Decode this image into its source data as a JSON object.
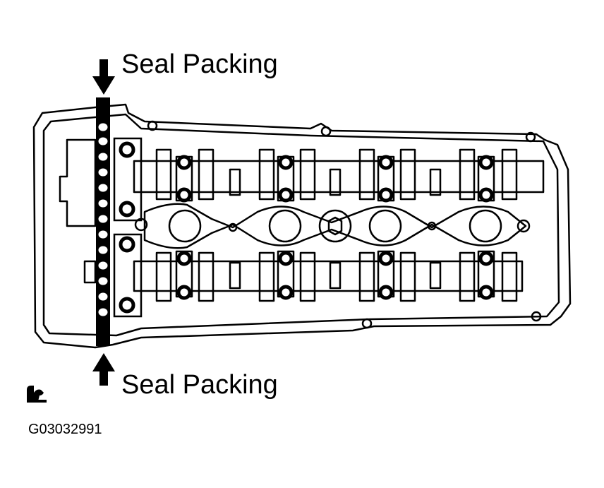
{
  "labels": {
    "top": "Seal Packing",
    "bottom": "Seal Packing"
  },
  "figure_id": "G03032991",
  "icons": {
    "arrow_top": "arrow-down-icon",
    "arrow_bottom": "arrow-up-icon",
    "sealant_tube": "sealant-tube-icon"
  },
  "colors": {
    "ink": "#000000",
    "paper": "#ffffff"
  }
}
